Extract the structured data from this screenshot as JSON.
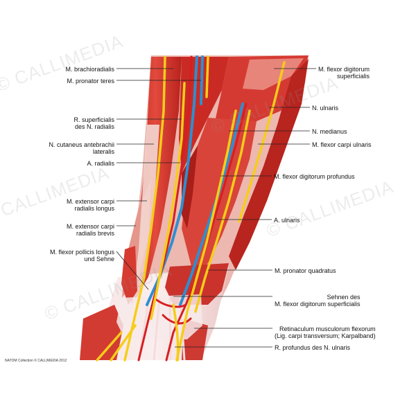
{
  "watermark_text": "© CALLIMEDIA",
  "credit": "NATOM Collection © CALLIMEDIA 2012",
  "labels_left": [
    [
      "M. brachioradialis"
    ],
    [
      "M. pronator teres"
    ],
    [
      "R. superficialis",
      "des N. radialis"
    ],
    [
      "N. cutaneus antebrachii",
      "lateralis"
    ],
    [
      "A. radialis"
    ],
    [
      "M. extensor carpi",
      "radialis longus"
    ],
    [
      "M. extensor carpi",
      "radialis brevis"
    ],
    [
      "M. flexor pollicis longus",
      "und Sehne"
    ]
  ],
  "labels_right": [
    [
      "M. flexor digitorum",
      "superficialis"
    ],
    [
      "N. ulnaris"
    ],
    [
      "N. medianus"
    ],
    [
      "M. flexor carpi ulnaris"
    ],
    [
      "M. flexor digitorum profundus"
    ],
    [
      "A. ulnaris"
    ],
    [
      "M. pronator quadratus"
    ],
    [
      "Sehnen des",
      "M. flexor digitorum superficialis"
    ],
    [
      "Retinaculum musculorum flexorum",
      "(Lig. carpi transversum; Karpalband)"
    ],
    [
      "R. profundus des N. ulnaris"
    ]
  ],
  "colors": {
    "muscle": "#d8322c",
    "muscle_dark": "#a51c18",
    "muscle_light": "#ee7a6a",
    "tendon": "#f4dede",
    "nerve": "#f6cd1a",
    "artery": "#d71e22",
    "vein": "#2e8fd0",
    "leader": "#222222"
  }
}
